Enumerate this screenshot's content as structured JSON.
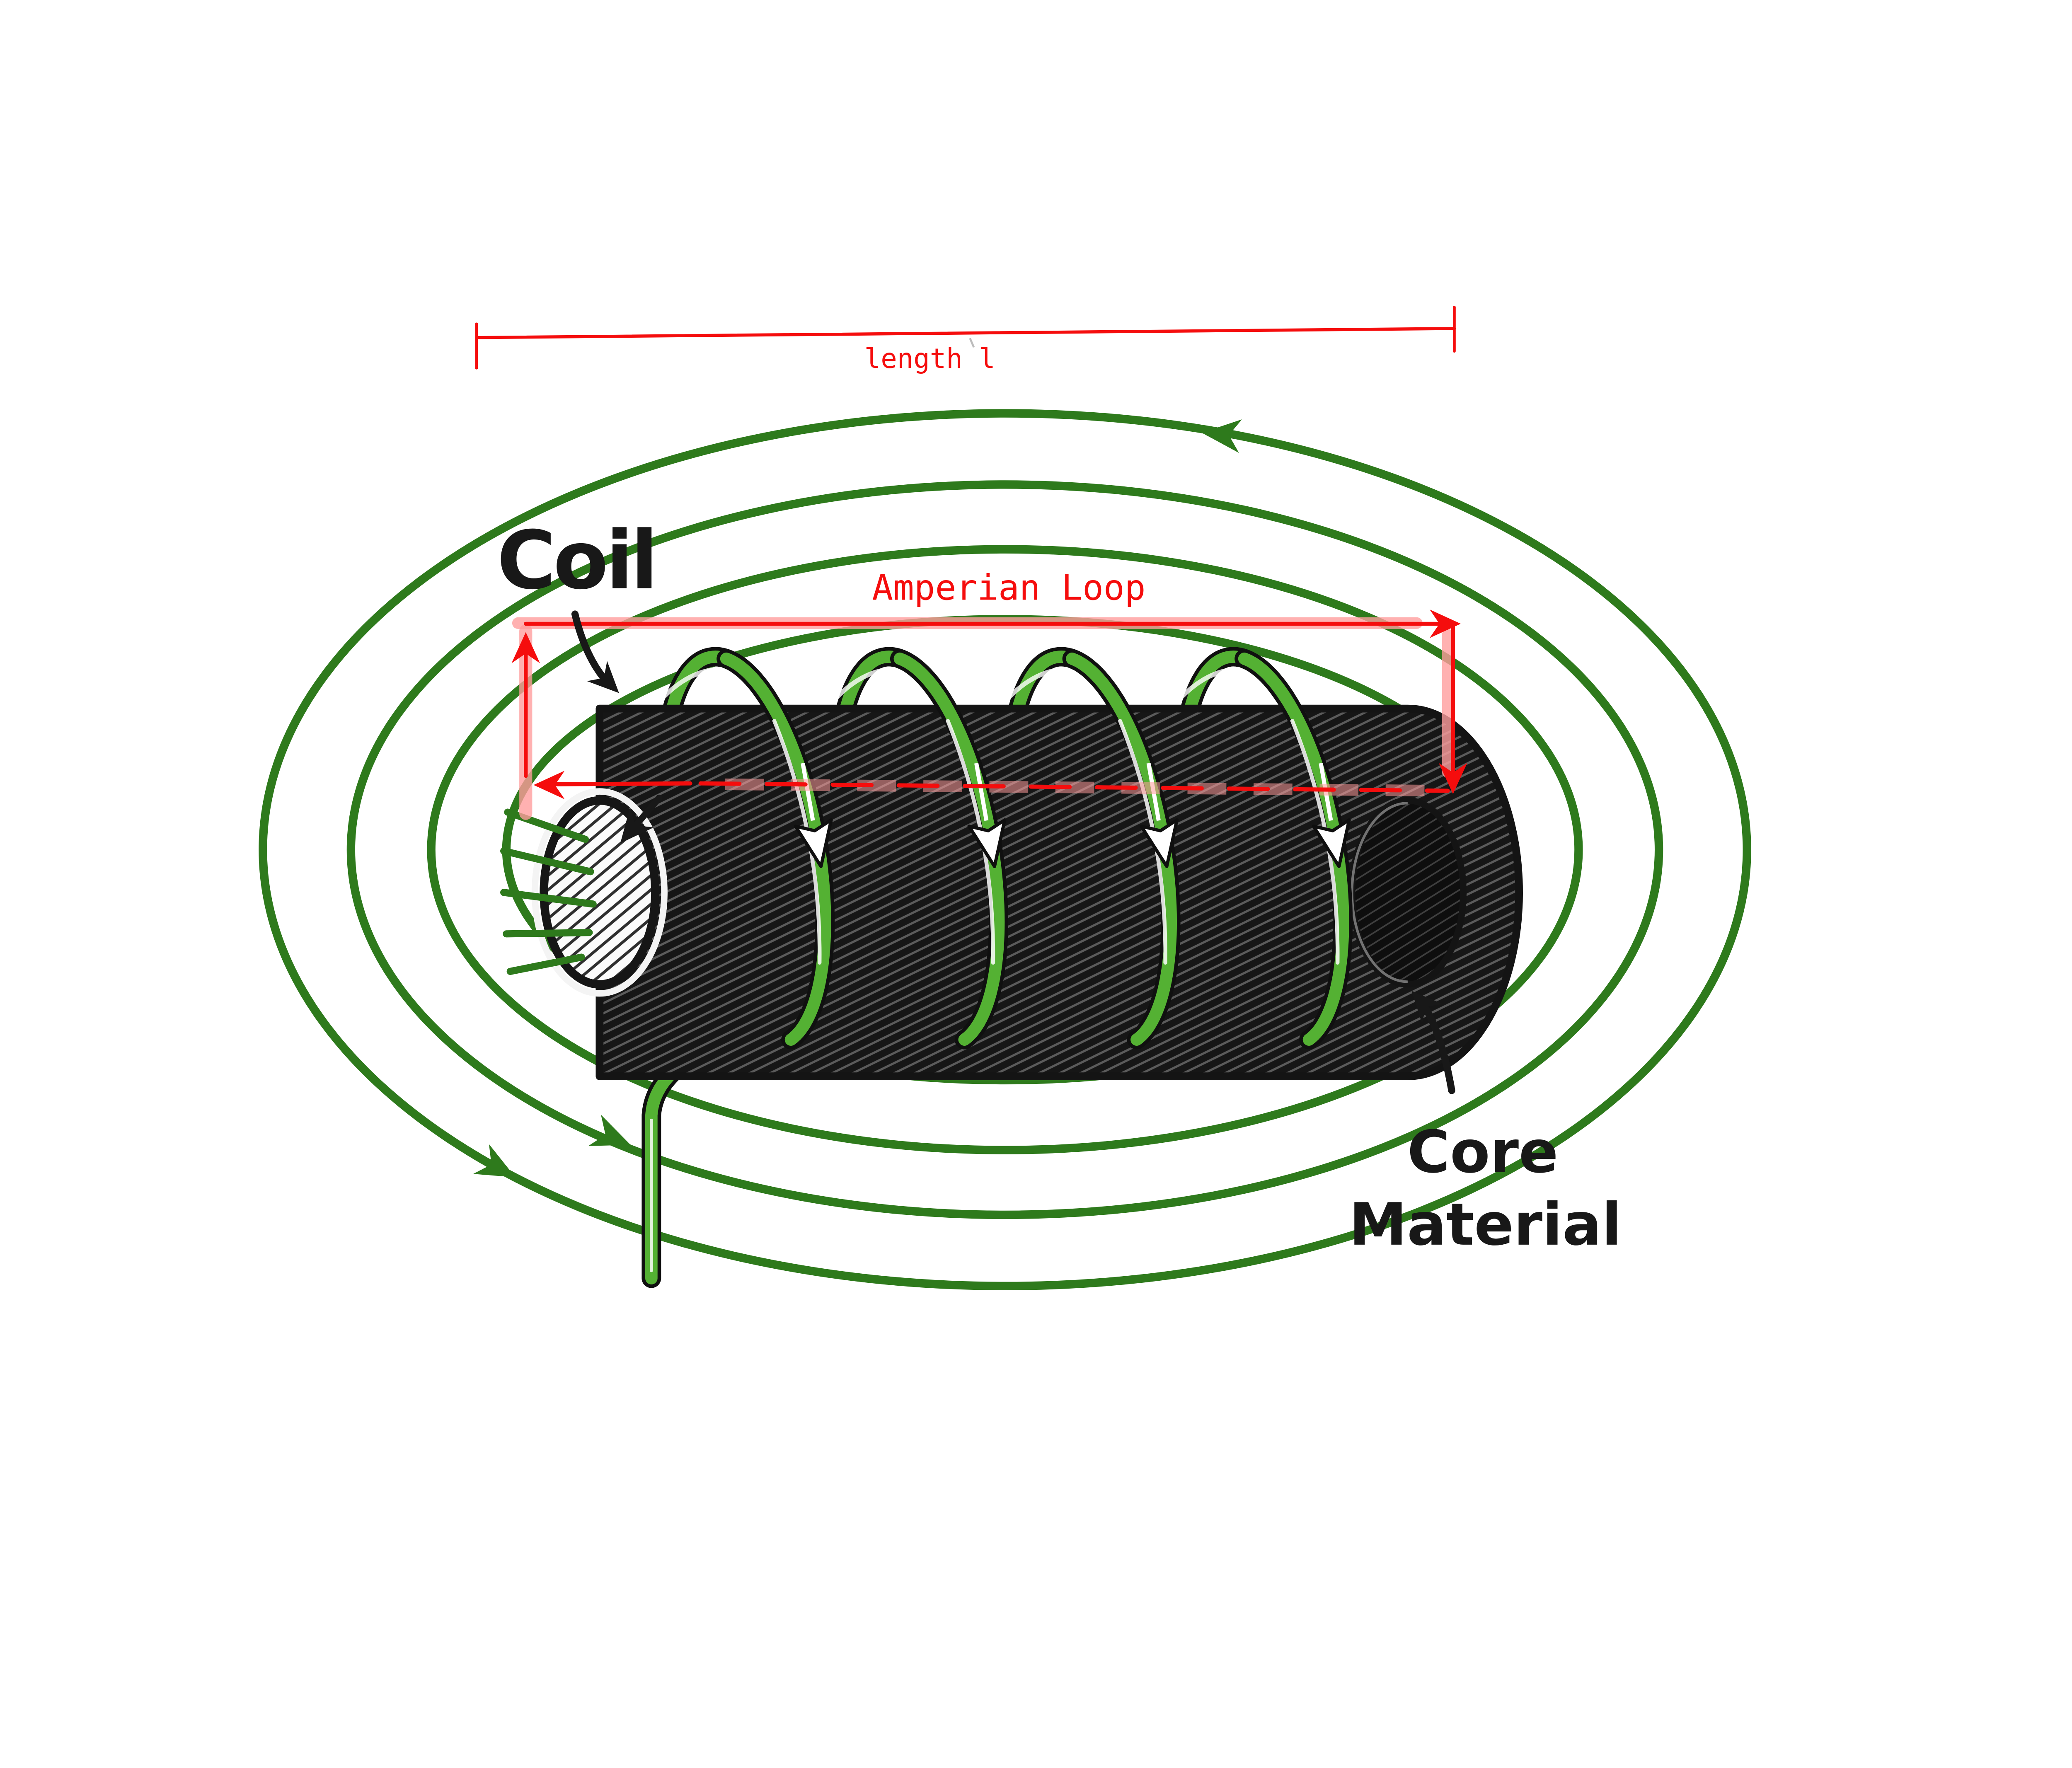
{
  "annotations": {
    "dimension_label": "length l",
    "amperian_label": "Amperian Loop",
    "coil_label": "Coil",
    "core_label_line1": "Core",
    "core_label_line2": "Material"
  },
  "arrows": {
    "field_top_direction": "left",
    "field_bottom_outer_direction": "right",
    "field_bottom_mid_direction": "right",
    "amperian_top_direction": "right",
    "amperian_right_direction": "down",
    "amperian_bottom_direction": "left",
    "amperian_left_direction": "up",
    "coil_current_direction": "down",
    "coil_pointer_direction": "down-right",
    "core_pointer_direction": "up-left",
    "core_axis_arrow_direction": "into-core"
  },
  "counts": {
    "coil_turns": 4,
    "field_loops": 4,
    "coil_current_arrows": 4
  },
  "colors": {
    "background": "#ffffff",
    "field_green": "#2e7a1c",
    "coil_green": "#54b133",
    "wire_outline": "#101010",
    "annotation_red": "#f50d0d",
    "glow_pink": "#ff9d9d",
    "ink": "#181818",
    "core_dark": "#161616"
  }
}
